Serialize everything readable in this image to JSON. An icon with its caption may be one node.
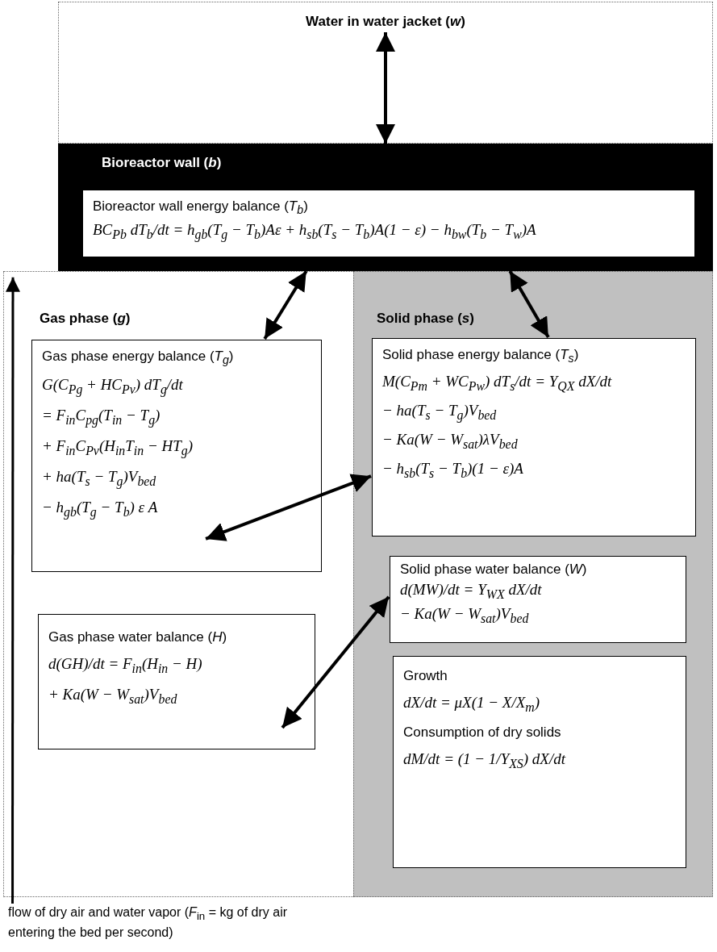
{
  "diagram": {
    "nodes": [
      {
        "text": [
          "Water in water jacket (*w*)"
        ]
      },
      {
        "text": [
          "Bioreactor wall (*b*)"
        ]
      },
      {
        "text": [
          "Bioreactor wall energy balance (*T*$_{b}$)",
          "BC$_{Pb}$ dT$_{b}$/dt = h$_{gb}$(T$_{g}$ − T$_{b}$)Aε + h$_{sb}$(T$_{s}$ − T$_{b}$)A(1 − ε) − h$_{bw}$(T$_{b}$ − T$_{w}$)A"
        ],
        "in": 1
      },
      {
        "text": [
          "Gas phase (*g*)"
        ]
      },
      {
        "text": [
          "Gas phase energy balance (*T*$_{g}$)",
          "G(C$_{Pg}$ + HC$_{Pv}$) dT$_{g}$/dt",
          "= F$_{in}$C$_{pg}$(T$_{in}$ − T$_{g}$)",
          "+ F$_{in}$C$_{Pv}$(H$_{in}$T$_{in}$ − HT$_{g}$)",
          "+ ha(T$_{s}$ − T$_{g}$)V$_{bed}$",
          "− h$_{gb}$(T$_{g}$ − T$_{b}$) ε A"
        ],
        "in": 3
      },
      {
        "text": [
          "Gas phase water balance (*H*)",
          "d(GH)/dt = F$_{in}$(H$_{in}$ − H)",
          "+ Ka(W − W$_{sat}$)V$_{bed}$"
        ],
        "in": 3
      },
      {
        "text": [
          "Solid phase (*s*)"
        ]
      },
      {
        "text": [
          "Solid phase energy balance (*T*$_{s}$)",
          "M(C$_{Pm}$ + WC$_{Pw}$) dT$_{s}$/dt = Y$_{QX}$ dX/dt",
          "− ha(T$_{s}$ − T$_{g}$)V$_{bed}$",
          "− Ka(W − W$_{sat}$)λV$_{bed}$",
          "− h$_{sb}$(T$_{s}$ − T$_{b}$)(1 − ε)A"
        ],
        "in": 6
      },
      {
        "text": [
          "Solid phase water balance (*W*)",
          "d(MW)/dt = Y$_{WX}$ dX/dt",
          "− Ka(W − W$_{sat}$)V$_{bed}$"
        ],
        "in": 6
      },
      {
        "text": [
          "Growth",
          "dX/dt = μX(1 − X/X$_{m}$)",
          "Consumption of dry solids",
          "dM/dt = (1 − 1/Y$_{XS}$) dX/dt"
        ],
        "in": 6
      },
      {
        "text": [
          "flow of dry air and water vapor (*F*$_{in}$ = kg of dry air entering the bed per second)"
        ]
      }
    ],
    "edges": [
      {
        "from": 0,
        "to": 1,
        "arrow": "both"
      },
      {
        "from": 1,
        "to": 4,
        "arrow": "both"
      },
      {
        "from": 1,
        "to": 7,
        "arrow": "both"
      },
      {
        "from": 7,
        "to": 4,
        "arrow": "both"
      },
      {
        "from": 8,
        "to": 5,
        "arrow": "both"
      },
      {
        "from": 10,
        "to": 3,
        "arrow": "to"
      }
    ]
  }
}
